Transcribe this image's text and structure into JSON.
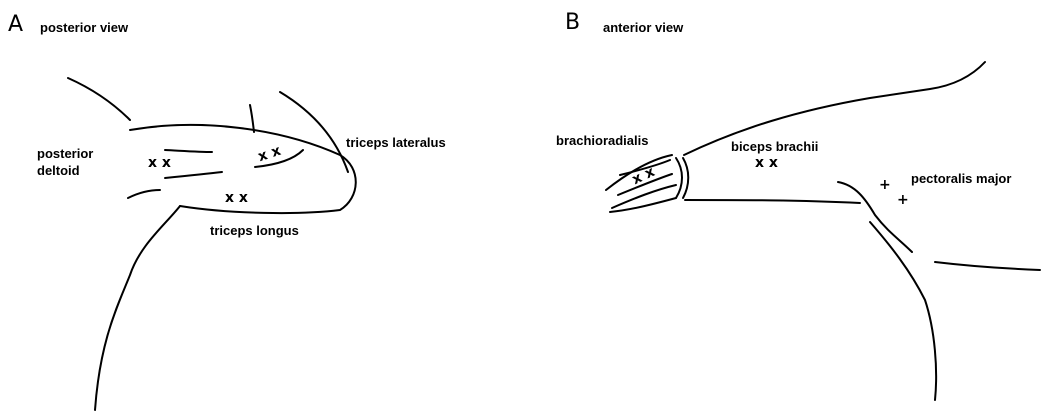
{
  "panels": [
    {
      "letter": "A",
      "title": "posterior view",
      "labels": {
        "posterior_deltoid": "posterior\ndeltoid",
        "triceps_lateralus": "triceps lateralus",
        "triceps_longus": "triceps longus"
      },
      "markers": [
        "x x",
        "x x",
        "x x"
      ]
    },
    {
      "letter": "B",
      "title": "anterior view",
      "labels": {
        "brachioradialis": "brachioradialis",
        "biceps_brachii": "biceps brachii",
        "pectoralis_major": "pectoralis major"
      },
      "markers": [
        "x x",
        "x x",
        "+",
        "+"
      ]
    }
  ]
}
